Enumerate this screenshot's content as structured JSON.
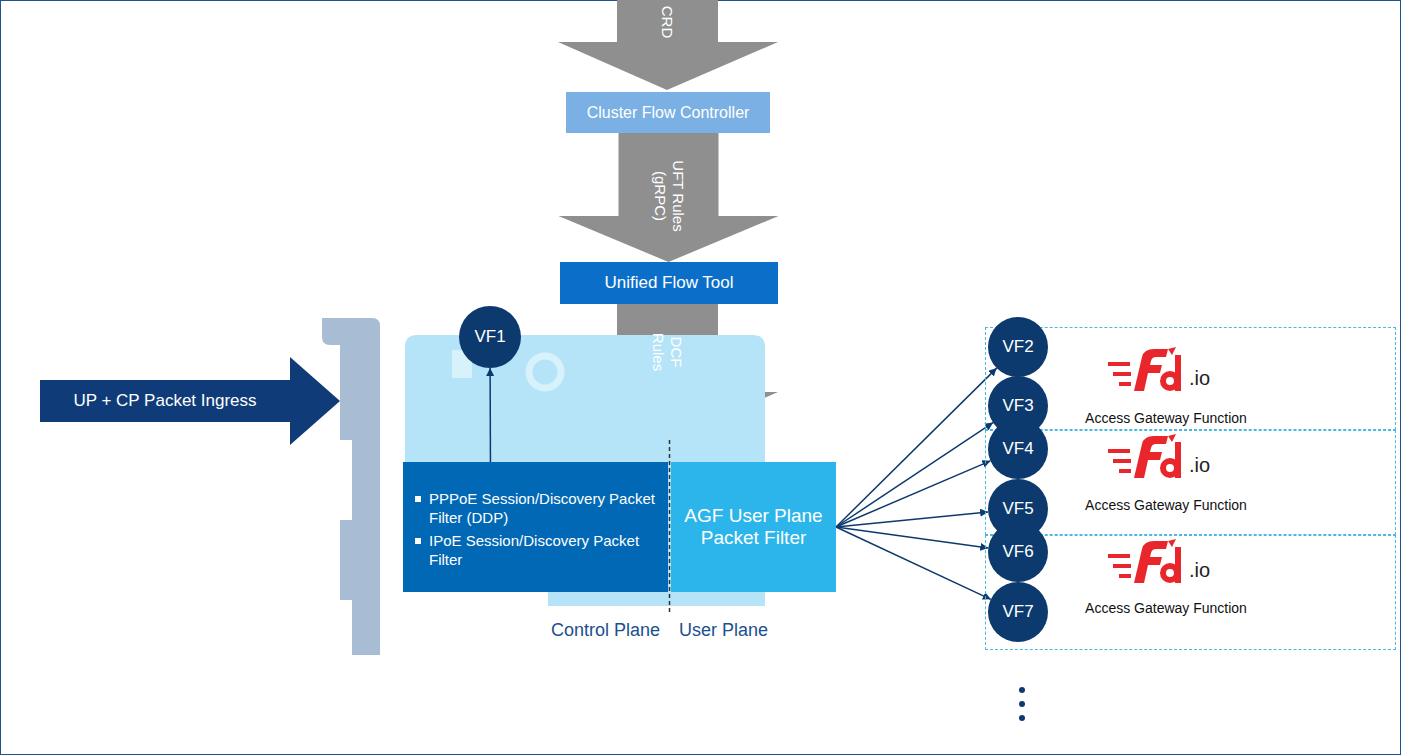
{
  "diagram": {
    "nodes": [
      {
        "text": [
          "Cluster Flow Controller"
        ]
      },
      {
        "text": [
          "Unified Flow Tool"
        ]
      },
      {
        "text": [
          "UP + CP Packet Ingress"
        ]
      },
      {
        "text": [
          "VF1"
        ]
      },
      {
        "text": [
          "PPPoE Session/Discovery Packet Filter (DDP)",
          "IPoE Session/Discovery Packet Filter"
        ]
      },
      {
        "text": [
          "AGF User Plane Packet Filter"
        ]
      },
      {
        "text": [
          ".io",
          "Access Gateway Function"
        ]
      },
      {
        "text": [
          "VF2"
        ],
        "in": 6
      },
      {
        "text": [
          "VF3"
        ],
        "in": 6
      },
      {
        "text": [
          ".io",
          "Access Gateway Function"
        ]
      },
      {
        "text": [
          "VF4"
        ],
        "in": 9
      },
      {
        "text": [
          "VF5"
        ],
        "in": 9
      },
      {
        "text": [
          ".io",
          "Access Gateway Function"
        ]
      },
      {
        "text": [
          "VF6"
        ],
        "in": 12
      },
      {
        "text": [
          "VF7"
        ],
        "in": 12
      }
    ],
    "edges": [
      {
        "from": 0,
        "to": 1,
        "label": "UFT Rules (gRPC)",
        "arrow": "to"
      },
      {
        "from": 4,
        "to": 3,
        "arrow": "to"
      },
      {
        "from": 5,
        "to": 7,
        "arrow": "to"
      },
      {
        "from": 5,
        "to": 8,
        "arrow": "to"
      },
      {
        "from": 5,
        "to": 10,
        "arrow": "to"
      },
      {
        "from": 5,
        "to": 11,
        "arrow": "to"
      },
      {
        "from": 5,
        "to": 13,
        "arrow": "to"
      },
      {
        "from": 5,
        "to": 14,
        "arrow": "to"
      }
    ],
    "labels": [
      "CRD",
      "DCF Rules",
      "Control Plane",
      "User Plane"
    ]
  }
}
